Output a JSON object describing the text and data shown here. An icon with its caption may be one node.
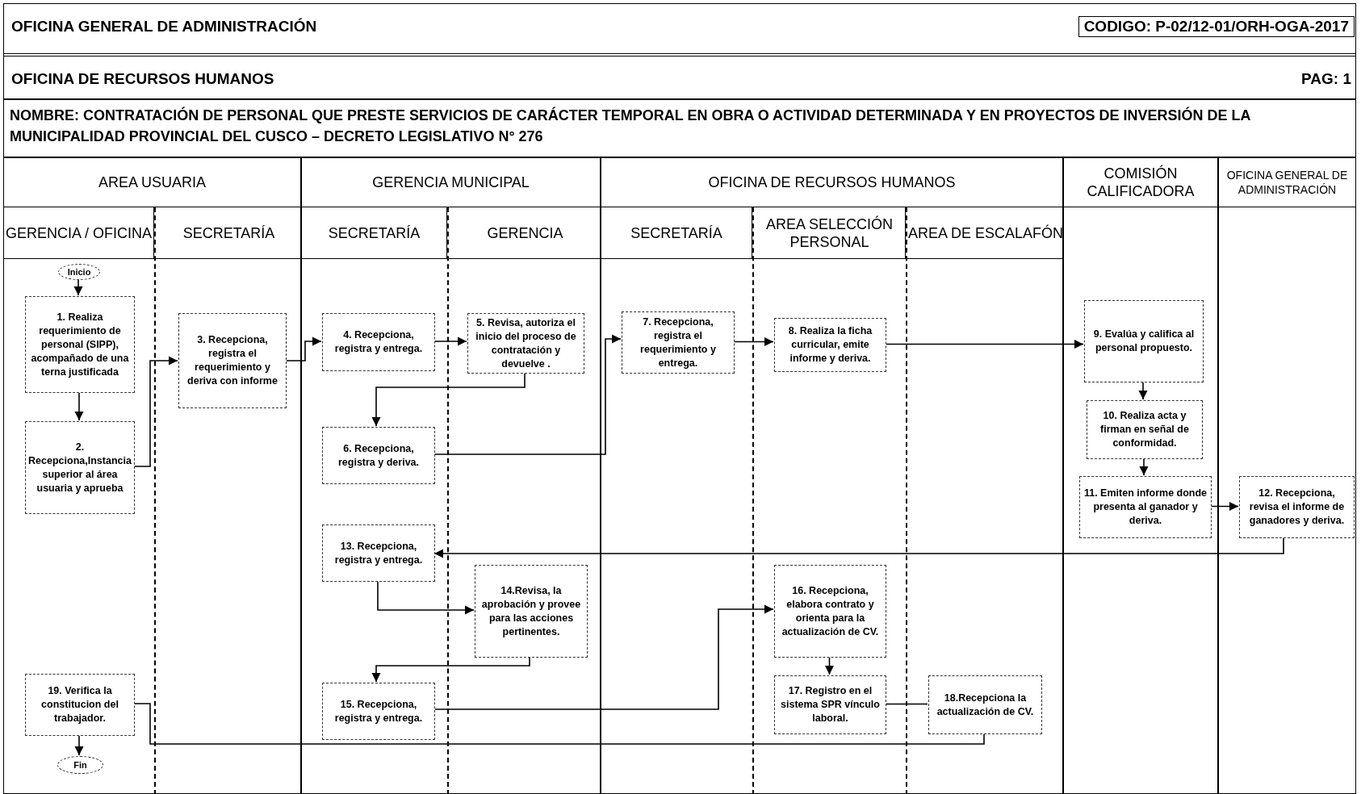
{
  "diagram": {
    "title": "NOMBRE: CONTRATACIÓN DE PERSONAL QUE PRESTE SERVICIOS DE CARÁCTER TEMPORAL EN OBRA O ACTIVIDAD DETERMINADA Y EN PROYECTOS DE INVERSIÓN DE LA MUNICIPALIDAD PROVINCIAL DEL CUSCO – DECRETO LEGISLATIVO N° 276",
    "nodes": [
      {
        "text": [
          "AREA USUARIA"
        ]
      },
      {
        "text": [
          "GERENCIA / OFICINA"
        ],
        "in": 0
      },
      {
        "text": [
          "SECRETARÍA"
        ],
        "in": 0
      },
      {
        "text": [
          "GERENCIA MUNICIPAL"
        ]
      },
      {
        "text": [
          "SECRETARÍA"
        ],
        "in": 3
      },
      {
        "text": [
          "GERENCIA"
        ],
        "in": 3
      },
      {
        "text": [
          "OFICINA DE RECURSOS HUMANOS"
        ]
      },
      {
        "text": [
          "SECRETARÍA"
        ],
        "in": 6
      },
      {
        "text": [
          "AREA SELECCIÓN PERSONAL"
        ],
        "in": 6
      },
      {
        "text": [
          "AREA DE ESCALAFÓN"
        ],
        "in": 6
      },
      {
        "text": [
          "COMISIÓN CALIFICADORA"
        ]
      },
      {
        "text": [
          "OFICINA GENERAL DE ADMINISTRACIÓN"
        ]
      },
      {
        "text": [
          "Inicio"
        ],
        "in": 1
      },
      {
        "text": [
          "1. Realiza requerimiento de personal (SIPP), acompañado de una terna justificada"
        ],
        "in": 1
      },
      {
        "text": [
          "2. Recepciona,Instancia superior al área usuaria y aprueba"
        ],
        "in": 1
      },
      {
        "text": [
          "3. Recepciona, registra el requerimiento y deriva con informe"
        ],
        "in": 2
      },
      {
        "text": [
          "4. Recepciona, registra y entrega."
        ],
        "in": 4
      },
      {
        "text": [
          "5. Revisa, autoriza el inicio del proceso de contratación y devuelve ."
        ],
        "in": 5
      },
      {
        "text": [
          "6. Recepciona, registra y deriva."
        ],
        "in": 4
      },
      {
        "text": [
          "7. Recepciona, registra el requerimiento y entrega."
        ],
        "in": 7
      },
      {
        "text": [
          "8. Realiza la ficha curricular, emite informe y deriva."
        ],
        "in": 8
      },
      {
        "text": [
          "9. Evalúa y califica al personal propuesto."
        ],
        "in": 10
      },
      {
        "text": [
          "10. Realiza acta y firman en señal de conformidad."
        ],
        "in": 10
      },
      {
        "text": [
          "11. Emiten informe donde presenta al ganador y deriva."
        ],
        "in": 10
      },
      {
        "text": [
          "12. Recepciona, revisa el informe de ganadores y deriva."
        ],
        "in": 11
      },
      {
        "text": [
          "13. Recepciona, registra y entrega."
        ],
        "in": 4
      },
      {
        "text": [
          "14.Revisa, la aprobación y provee para las acciones pertinentes."
        ],
        "in": 5
      },
      {
        "text": [
          "15. Recepciona, registra y entrega."
        ],
        "in": 4
      },
      {
        "text": [
          "16. Recepciona, elabora contrato y orienta para la actualización de CV."
        ],
        "in": 8
      },
      {
        "text": [
          "17. Registro en el sistema SPR vínculo laboral."
        ],
        "in": 8
      },
      {
        "text": [
          "18.Recepciona la actualización de CV."
        ],
        "in": 9
      },
      {
        "text": [
          "19. Verifica la constitucion del trabajador."
        ],
        "in": 1
      },
      {
        "text": [
          "Fin"
        ],
        "in": 1
      }
    ],
    "edges": [
      {
        "from": 12,
        "to": 13,
        "arrow": "to"
      },
      {
        "from": 13,
        "to": 14,
        "arrow": "to"
      },
      {
        "from": 14,
        "to": 15,
        "arrow": "to"
      },
      {
        "from": 15,
        "to": 16,
        "arrow": "to"
      },
      {
        "from": 16,
        "to": 17,
        "arrow": "to"
      },
      {
        "from": 17,
        "to": 18,
        "arrow": "to"
      },
      {
        "from": 18,
        "to": 19,
        "arrow": "to"
      },
      {
        "from": 19,
        "to": 20,
        "arrow": "to"
      },
      {
        "from": 20,
        "to": 21,
        "arrow": "to"
      },
      {
        "from": 21,
        "to": 22,
        "arrow": "to"
      },
      {
        "from": 22,
        "to": 23,
        "arrow": "to"
      },
      {
        "from": 23,
        "to": 24,
        "arrow": "to"
      },
      {
        "from": 24,
        "to": 25,
        "arrow": "to"
      },
      {
        "from": 25,
        "to": 26,
        "arrow": "to"
      },
      {
        "from": 26,
        "to": 27,
        "arrow": "to"
      },
      {
        "from": 27,
        "to": 28,
        "arrow": "to"
      },
      {
        "from": 28,
        "to": 29,
        "arrow": "to"
      },
      {
        "from": 29,
        "to": 30,
        "arrow": "none"
      },
      {
        "from": 30,
        "to": 31,
        "arrow": "none"
      },
      {
        "from": 31,
        "to": 32,
        "arrow": "to"
      }
    ],
    "labels": [
      "OFICINA GENERAL DE ADMINISTRACIÓN",
      "CODIGO: P-02/12-01/ORH-OGA-2017",
      "OFICINA DE RECURSOS HUMANOS",
      "PAG: 1"
    ]
  }
}
